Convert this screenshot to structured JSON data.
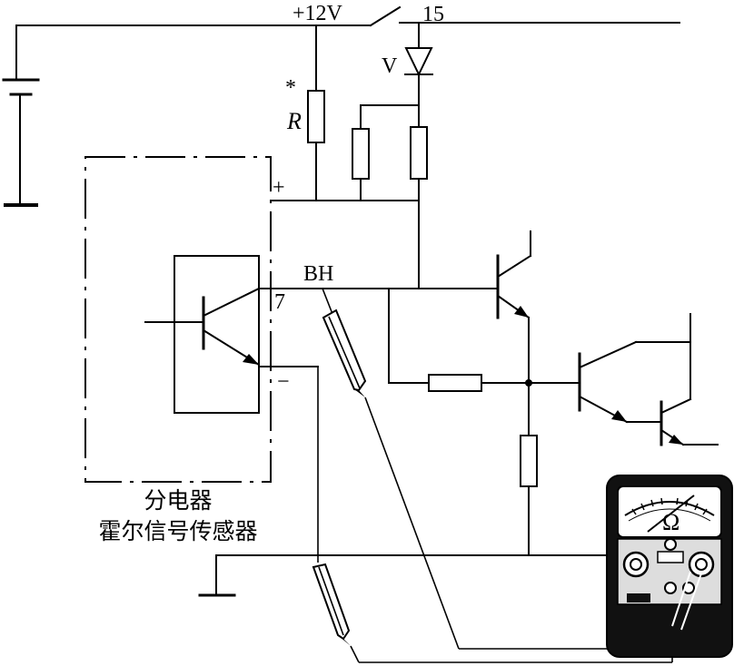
{
  "labels": {
    "supply": "+12V",
    "terminal15": "15",
    "diode": "V",
    "asterisk": "*",
    "resistor_r": "R",
    "plus": "+",
    "pin7": "7",
    "minus": "−",
    "bh": "BH",
    "ohm": "Ω"
  },
  "caption": {
    "line1": "分电器",
    "line2": "霍尔信号传感器"
  }
}
